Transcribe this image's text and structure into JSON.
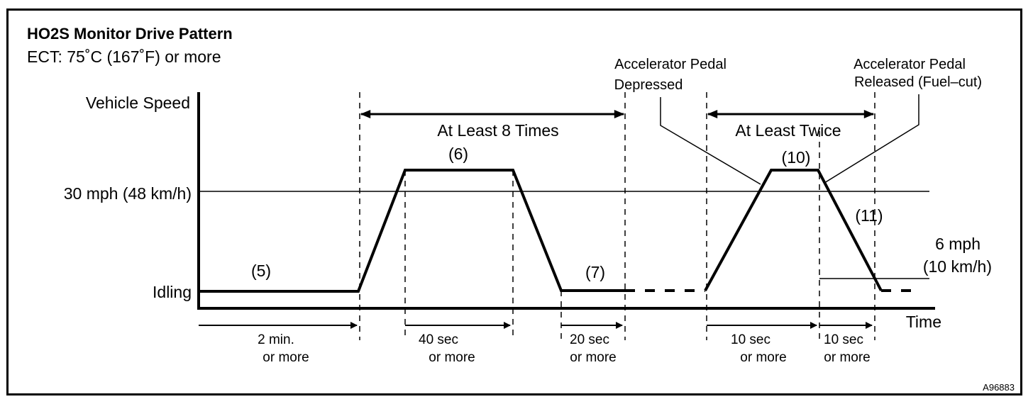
{
  "title": "HO2S Monitor Drive Pattern",
  "condition": "ECT: 75˚C (167˚F) or more",
  "axes": {
    "y_label": "Vehicle Speed",
    "x_label": "Time",
    "y_ticks": {
      "speed_30": "30 mph (48 km/h)",
      "idle": "Idling"
    },
    "speed_6": {
      "line1": "6 mph",
      "line2": "(10 km/h)"
    }
  },
  "steps": {
    "s5": "(5)",
    "s6": "(6)",
    "s7": "(7)",
    "s10": "(10)",
    "s11": "(11)"
  },
  "repeats": {
    "at_least_8": "At Least 8 Times",
    "at_least_twice": "At Least Twice"
  },
  "annotations": {
    "depressed": {
      "line1": "Accelerator Pedal",
      "line2": "Depressed"
    },
    "released": {
      "line1": "Accelerator Pedal",
      "line2": "Released (Fuel–cut)"
    }
  },
  "durations": [
    {
      "line1": "2 min.",
      "line2": "or more"
    },
    {
      "line1": "40 sec",
      "line2": "or more"
    },
    {
      "line1": "20 sec",
      "line2": "or more"
    },
    {
      "line1": "10 sec",
      "line2": "or more"
    },
    {
      "line1": "10 sec",
      "line2": "or more"
    }
  ],
  "figure_code": "A96883"
}
